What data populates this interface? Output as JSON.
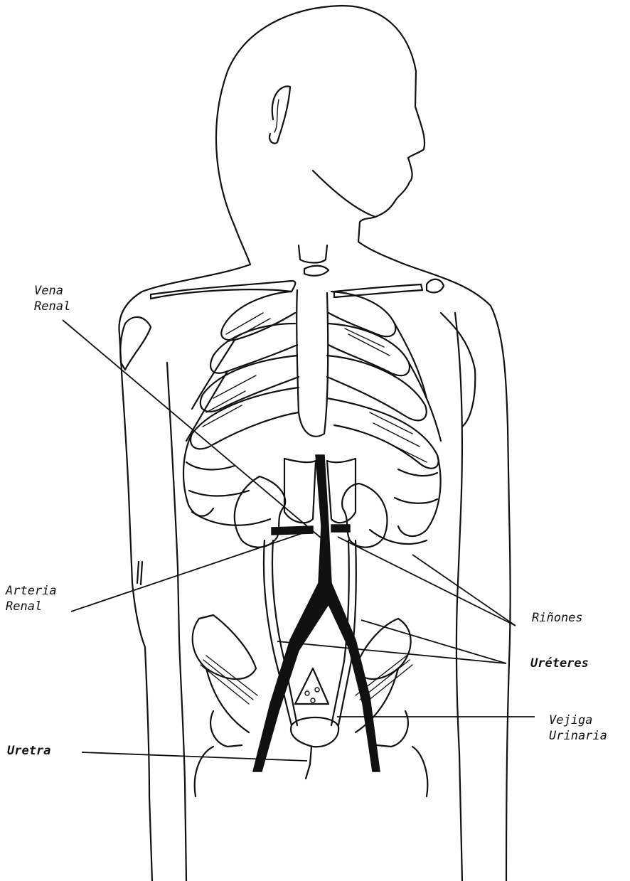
{
  "labels": {
    "vena_renal": [
      "Vena",
      "Renal"
    ],
    "arteria_renal": [
      "Arteria",
      "Renal"
    ],
    "rinones": "Riñones",
    "ureteres": "Uréteres",
    "vejiga": [
      "Vejiga",
      "Urinaria"
    ],
    "uretra": "Uretra"
  },
  "colors": {
    "ink": "#111111",
    "background": "#ffffff"
  }
}
